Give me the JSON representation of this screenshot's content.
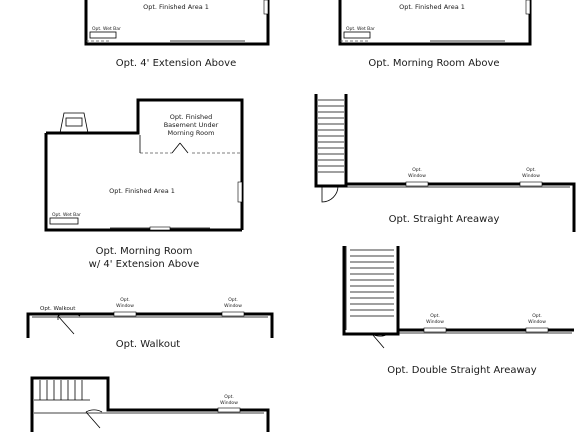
{
  "plans": {
    "ext_above": {
      "room_label": "Opt. Finished Area 1",
      "wet_bar": "Opt. Wet Bar",
      "caption": "Opt. 4' Extension Above"
    },
    "morning_above": {
      "room_label": "Opt. Finished Area 1",
      "wet_bar": "Opt. Wet Bar",
      "caption": "Opt. Morning Room Above"
    },
    "morning_ext": {
      "basement_line1": "Opt. Finished",
      "basement_line2": "Basement Under",
      "basement_line3": "Morning Room",
      "room_label": "Opt. Finished Area 1",
      "wet_bar": "Opt. Wet Bar",
      "caption_line1": "Opt. Morning Room",
      "caption_line2": "w/ 4' Extension Above"
    },
    "straight_areaway": {
      "window1_line1": "Opt.",
      "window1_line2": "Window",
      "window2_line1": "Opt.",
      "window2_line2": "Window",
      "caption": "Opt. Straight Areaway"
    },
    "walkout": {
      "walkout_label": "Opt. Walkout",
      "window1_line1": "Opt.",
      "window1_line2": "Window",
      "window2_line1": "Opt.",
      "window2_line2": "Window",
      "caption": "Opt. Walkout"
    },
    "double_areaway": {
      "window1_line1": "Opt.",
      "window1_line2": "Window",
      "window2_line1": "Opt.",
      "window2_line2": "Window",
      "caption": "Opt. Double Straight Areaway"
    },
    "bottom_partial": {
      "window_line1": "Opt.",
      "window_line2": "Window"
    }
  }
}
